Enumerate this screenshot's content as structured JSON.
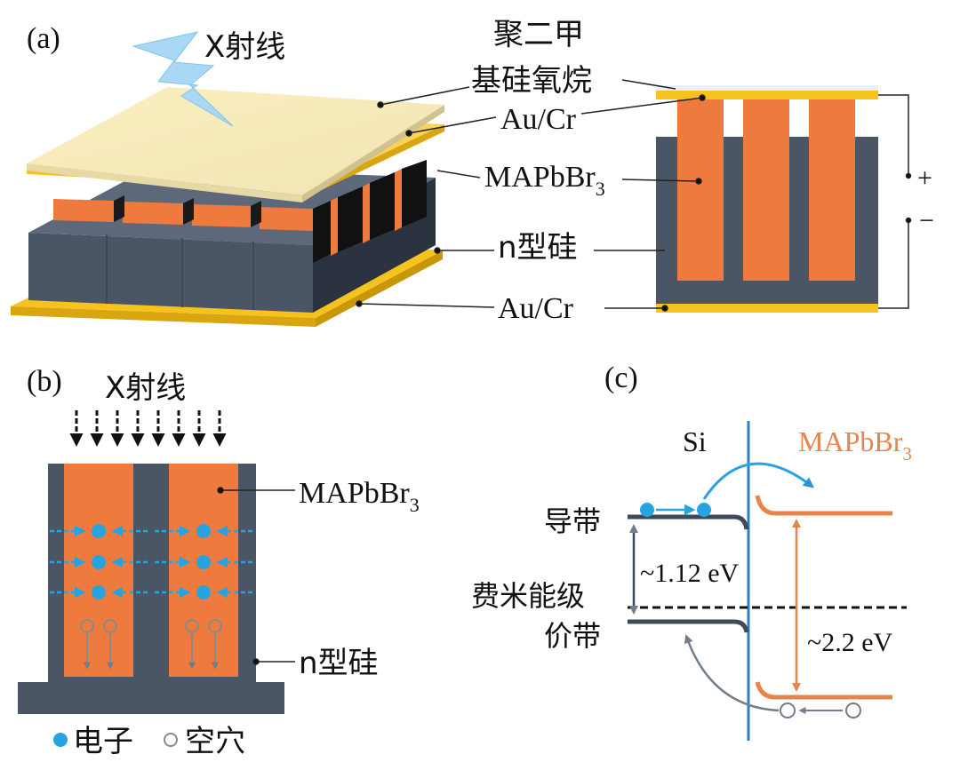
{
  "panel_a": {
    "label": "(a)",
    "xray": "X射线",
    "pdms": [
      "聚二甲",
      "基硅氧烷"
    ],
    "au_top": "Au/Cr",
    "mapbbr_base": "MAPbBr",
    "mapbbr_sub": "3",
    "nsi": "n型硅",
    "au_bottom": "Au/Cr",
    "plus": "+",
    "minus": "−"
  },
  "panel_b": {
    "label": "(b)",
    "xray": "X射线",
    "mapbbr_base": "MAPbBr",
    "mapbbr_sub": "3",
    "nsi": "n型硅",
    "legend_electron": "电子",
    "legend_hole": "空穴"
  },
  "panel_c": {
    "label": "(c)",
    "si": "Si",
    "mapbbr_base": "MAPbBr",
    "mapbbr_sub": "3",
    "conduction_band": "导带",
    "fermi_level": "费米能级",
    "valence_band": "价带",
    "si_gap": "~1.12 eV",
    "mapbbr_gap": "~2.2 eV"
  },
  "colors": {
    "orange": "#ee7a3e",
    "silicon": "#4a5566",
    "gold": "#f6c21d",
    "electron": "#27a4e0",
    "orange_line": "#e8844a",
    "blue_line": "#2d7fc0"
  }
}
